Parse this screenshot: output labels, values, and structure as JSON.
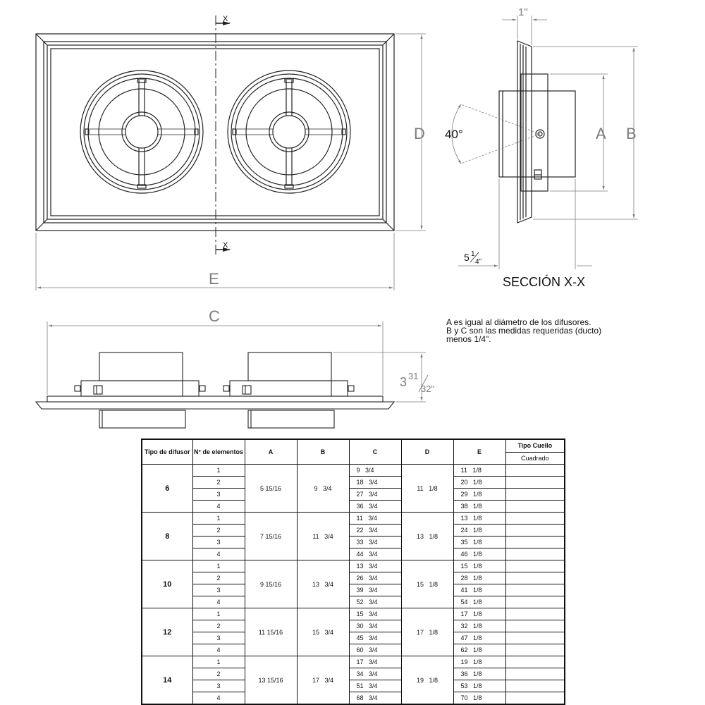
{
  "drawing": {
    "labels": {
      "x_top": "X",
      "x_bottom": "X",
      "d": "D",
      "e": "E",
      "c": "C",
      "a": "A",
      "b": "B",
      "one_inch": "1\"",
      "angle": "40°",
      "five_quarter_whole": "5",
      "five_quarter_num": "1",
      "five_quarter_den": "4\"",
      "height_whole": "3",
      "height_num": "31",
      "height_den": "32\""
    },
    "section_title": "SECCIÓN X-X"
  },
  "notes": [
    "A es igual al diámetro de los difusores.",
    "B y C son las medidas requeridas (ducto)",
    "menos 1/4\"."
  ],
  "table": {
    "headers": {
      "tipo": "Tipo de difusor",
      "elementos": "N° de elementos",
      "a": "A",
      "b": "B",
      "c": "C",
      "d": "D",
      "e": "E",
      "cuello": "Tipo Cuello",
      "cuello_sub": "Cuadrado"
    },
    "groups": [
      {
        "tipo": "6",
        "a": "5 15/16",
        "b": "9   3/4",
        "d": "11   1/8",
        "rows": [
          {
            "n": "1",
            "c": "9   3/4",
            "e": "11   1/8"
          },
          {
            "n": "2",
            "c": "18   3/4",
            "e": "20   1/8"
          },
          {
            "n": "3",
            "c": "27   3/4",
            "e": "29   1/8"
          },
          {
            "n": "4",
            "c": "36   3/4",
            "e": "38   1/8"
          }
        ]
      },
      {
        "tipo": "8",
        "a": "7 15/16",
        "b": "11   3/4",
        "d": "13   1/8",
        "rows": [
          {
            "n": "1",
            "c": "11   3/4",
            "e": "13   1/8"
          },
          {
            "n": "2",
            "c": "22   3/4",
            "e": "24   1/8"
          },
          {
            "n": "3",
            "c": "33   3/4",
            "e": "35   1/8"
          },
          {
            "n": "4",
            "c": "44   3/4",
            "e": "46   1/8"
          }
        ]
      },
      {
        "tipo": "10",
        "a": "9 15/16",
        "b": "13   3/4",
        "d": "15   1/8",
        "rows": [
          {
            "n": "1",
            "c": "13   3/4",
            "e": "15   1/8"
          },
          {
            "n": "2",
            "c": "26   3/4",
            "e": "28   1/8"
          },
          {
            "n": "3",
            "c": "39   3/4",
            "e": "41   1/8"
          },
          {
            "n": "4",
            "c": "52   3/4",
            "e": "54   1/8"
          }
        ]
      },
      {
        "tipo": "12",
        "a": "11 15/16",
        "b": "15   3/4",
        "d": "17   1/8",
        "rows": [
          {
            "n": "1",
            "c": "15   3/4",
            "e": "17   1/8"
          },
          {
            "n": "2",
            "c": "30   3/4",
            "e": "32   1/8"
          },
          {
            "n": "3",
            "c": "45   3/4",
            "e": "47   1/8"
          },
          {
            "n": "4",
            "c": "60   3/4",
            "e": "62   1/8"
          }
        ]
      },
      {
        "tipo": "14",
        "a": "13 15/16",
        "b": "17   3/4",
        "d": "19   1/8",
        "rows": [
          {
            "n": "1",
            "c": "17   3/4",
            "e": "19   1/8"
          },
          {
            "n": "2",
            "c": "34   3/4",
            "e": "36   1/8"
          },
          {
            "n": "3",
            "c": "51   3/4",
            "e": "53   1/8"
          },
          {
            "n": "4",
            "c": "68   3/4",
            "e": "70   1/8"
          }
        ]
      }
    ]
  }
}
